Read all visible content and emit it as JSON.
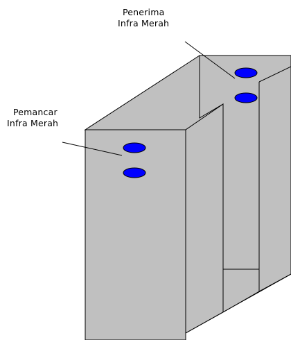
{
  "labels": {
    "receiver": {
      "line1": "Penerima",
      "line2": "Infra Merah"
    },
    "transmitter": {
      "line1": "Pemancar",
      "line2": "Infra Merah"
    }
  },
  "colors": {
    "background": "#ffffff",
    "face": "#c0c0c0",
    "ir_led": "#0000ff",
    "outline": "#000000"
  }
}
